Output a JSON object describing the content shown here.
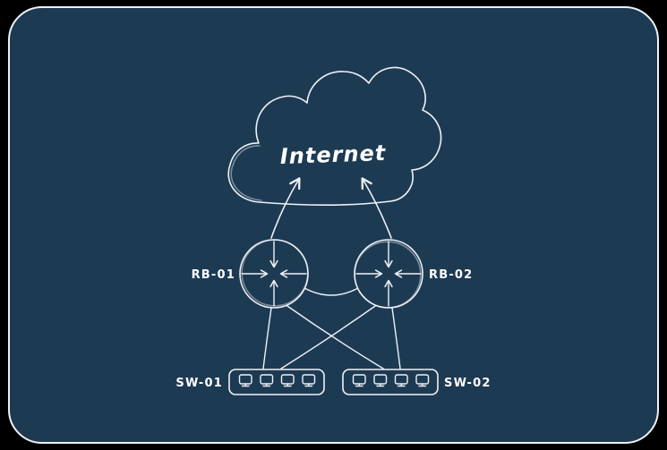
{
  "theme": {
    "outer_background": "#000000",
    "canvas_background": "#1d3a53",
    "stroke_color": "#eef2f6",
    "text_color": "#ffffff"
  },
  "diagram": {
    "cloud": {
      "label": "Internet"
    },
    "routers": [
      {
        "id": "RB-01",
        "label": "RB-01",
        "type": "router"
      },
      {
        "id": "RB-02",
        "label": "RB-02",
        "type": "router"
      }
    ],
    "switches": [
      {
        "id": "SW-01",
        "label": "SW-01",
        "type": "switch",
        "ports": 4
      },
      {
        "id": "SW-02",
        "label": "SW-02",
        "type": "switch",
        "ports": 4
      }
    ],
    "links": [
      {
        "from": "RB-01",
        "to": "Internet",
        "arrow": true
      },
      {
        "from": "RB-02",
        "to": "Internet",
        "arrow": true
      },
      {
        "from": "RB-01",
        "to": "RB-02",
        "arrow": false
      },
      {
        "from": "RB-01",
        "to": "SW-01",
        "arrow": false
      },
      {
        "from": "RB-01",
        "to": "SW-02",
        "arrow": false
      },
      {
        "from": "RB-02",
        "to": "SW-01",
        "arrow": false
      },
      {
        "from": "RB-02",
        "to": "SW-02",
        "arrow": false
      }
    ]
  }
}
